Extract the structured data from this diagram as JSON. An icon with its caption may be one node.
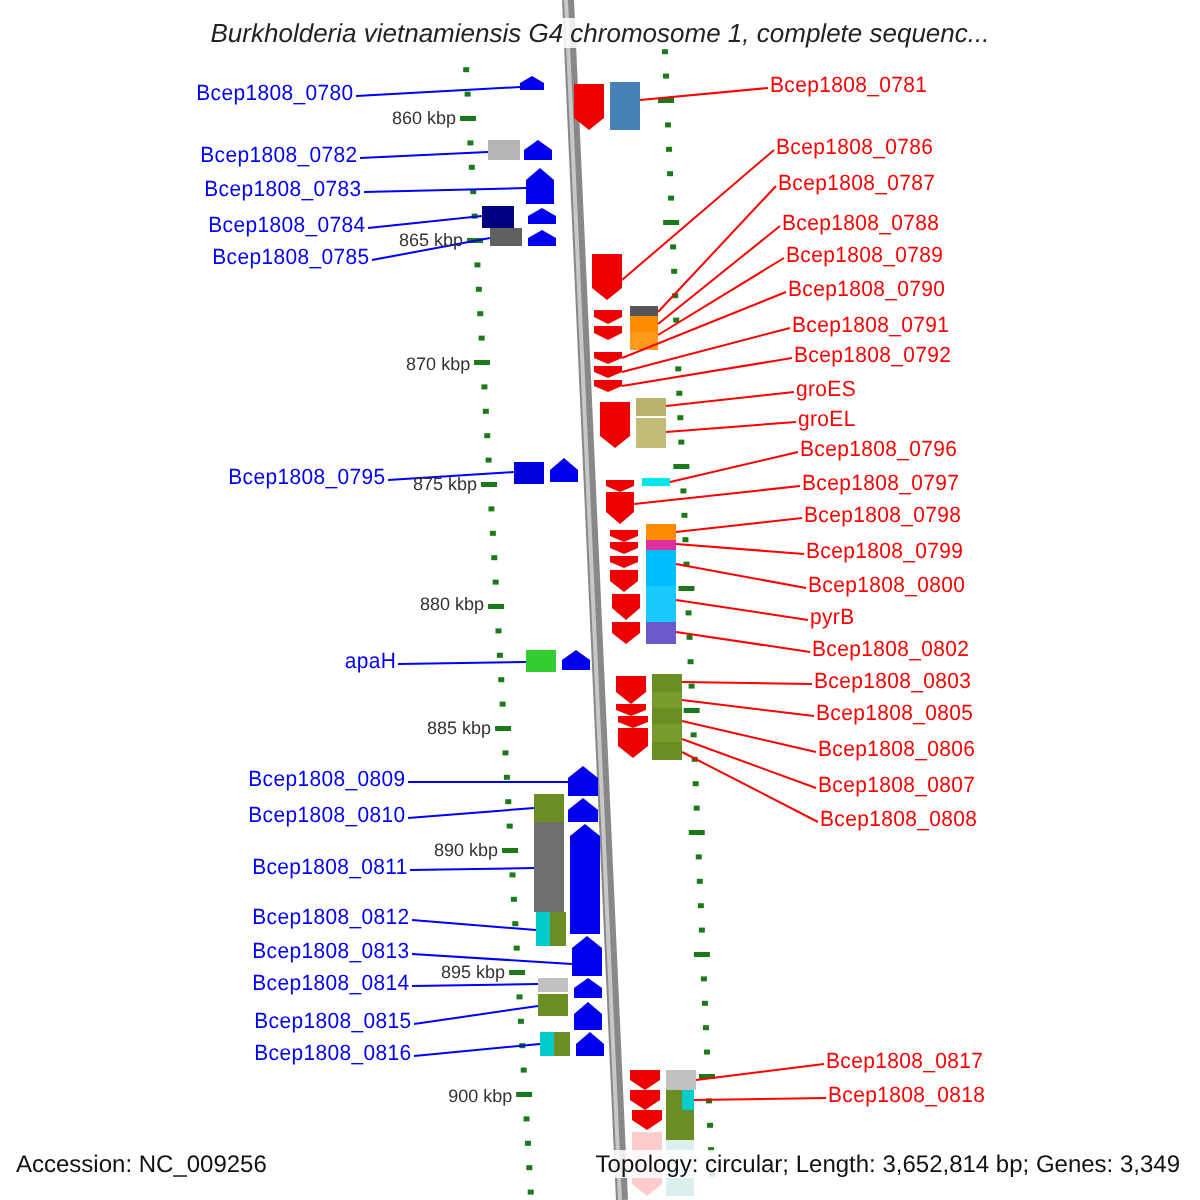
{
  "diagram": {
    "title": "Burkholderia vietnamiensis G4 chromosome 1, complete sequenc...",
    "nodes": [
      {
        "text": [
          "Bcep1808_0780"
        ]
      },
      {
        "text": [
          "Bcep1808_0782"
        ]
      },
      {
        "text": [
          "Bcep1808_0783"
        ]
      },
      {
        "text": [
          "Bcep1808_0784"
        ]
      },
      {
        "text": [
          "Bcep1808_0785"
        ]
      },
      {
        "text": [
          "Bcep1808_0795"
        ]
      },
      {
        "text": [
          "apaH"
        ]
      },
      {
        "text": [
          "Bcep1808_0809"
        ]
      },
      {
        "text": [
          "Bcep1808_0810"
        ]
      },
      {
        "text": [
          "Bcep1808_0811"
        ]
      },
      {
        "text": [
          "Bcep1808_0812"
        ]
      },
      {
        "text": [
          "Bcep1808_0813"
        ]
      },
      {
        "text": [
          "Bcep1808_0814"
        ]
      },
      {
        "text": [
          "Bcep1808_0815"
        ]
      },
      {
        "text": [
          "Bcep1808_0816"
        ]
      },
      {
        "text": [
          "Bcep1808_0781"
        ]
      },
      {
        "text": [
          "Bcep1808_0786"
        ]
      },
      {
        "text": [
          "Bcep1808_0787"
        ]
      },
      {
        "text": [
          "Bcep1808_0788"
        ]
      },
      {
        "text": [
          "Bcep1808_0789"
        ]
      },
      {
        "text": [
          "Bcep1808_0790"
        ]
      },
      {
        "text": [
          "Bcep1808_0791"
        ]
      },
      {
        "text": [
          "Bcep1808_0792"
        ]
      },
      {
        "text": [
          "groES"
        ]
      },
      {
        "text": [
          "groEL"
        ]
      },
      {
        "text": [
          "Bcep1808_0796"
        ]
      },
      {
        "text": [
          "Bcep1808_0797"
        ]
      },
      {
        "text": [
          "Bcep1808_0798"
        ]
      },
      {
        "text": [
          "Bcep1808_0799"
        ]
      },
      {
        "text": [
          "Bcep1808_0800"
        ]
      },
      {
        "text": [
          "pyrB"
        ]
      },
      {
        "text": [
          "Bcep1808_0802"
        ]
      },
      {
        "text": [
          "Bcep1808_0803"
        ]
      },
      {
        "text": [
          "Bcep1808_0805"
        ]
      },
      {
        "text": [
          "Bcep1808_0806"
        ]
      },
      {
        "text": [
          "Bcep1808_0807"
        ]
      },
      {
        "text": [
          "Bcep1808_0808"
        ]
      },
      {
        "text": [
          "Bcep1808_0817"
        ]
      },
      {
        "text": [
          "Bcep1808_0818"
        ]
      },
      {
        "text": [],
        "shape": "pentagon"
      },
      {
        "text": [],
        "shape": "box"
      },
      {
        "text": [],
        "shape": "pentagon"
      },
      {
        "text": [],
        "shape": "box"
      },
      {
        "text": [],
        "shape": "box"
      },
      {
        "text": [],
        "shape": "box"
      },
      {
        "text": [],
        "shape": "box"
      },
      {
        "text": [],
        "shape": "pentagon"
      },
      {
        "text": [],
        "shape": "box"
      },
      {
        "text": [],
        "shape": "box"
      },
      {
        "text": [],
        "shape": "box"
      },
      {
        "text": [],
        "shape": "pentagon"
      },
      {
        "text": [],
        "shape": "box"
      },
      {
        "text": [],
        "shape": "box"
      },
      {
        "text": [],
        "shape": "box"
      },
      {
        "text": [],
        "shape": "box"
      },
      {
        "text": [],
        "shape": "pentagon"
      },
      {
        "text": [],
        "shape": "box"
      },
      {
        "text": [],
        "shape": "box"
      },
      {
        "text": [],
        "shape": "box"
      },
      {
        "text": [],
        "shape": "pentagon"
      },
      {
        "text": [],
        "shape": "pentagon"
      },
      {
        "text": [],
        "shape": "pentagon"
      },
      {
        "text": [],
        "shape": "box"
      },
      {
        "text": [],
        "shape": "box"
      },
      {
        "text": [],
        "shape": "box"
      },
      {
        "text": [],
        "shape": "pentagon"
      },
      {
        "text": [],
        "shape": "box"
      },
      {
        "text": [],
        "shape": "box"
      },
      {
        "text": [],
        "shape": "box"
      },
      {
        "text": [],
        "shape": "box"
      },
      {
        "text": [],
        "shape": "box"
      },
      {
        "text": [],
        "shape": "box"
      },
      {
        "text": [],
        "shape": "box"
      },
      {
        "text": [],
        "shape": "box"
      },
      {
        "text": [],
        "shape": "box"
      },
      {
        "text": [],
        "shape": "box"
      },
      {
        "text": [],
        "shape": "box"
      },
      {
        "text": [],
        "shape": "box"
      },
      {
        "text": [],
        "shape": "pentagon"
      },
      {
        "text": [],
        "shape": "pentagon"
      },
      {
        "text": [],
        "shape": "pentagon"
      },
      {
        "text": [],
        "shape": "pentagon"
      },
      {
        "text": [],
        "shape": "pentagon"
      },
      {
        "text": [],
        "shape": "pentagon"
      },
      {
        "text": [],
        "shape": "pentagon"
      },
      {
        "text": [],
        "shape": "pentagon"
      },
      {
        "text": [],
        "shape": "pentagon"
      },
      {
        "text": [],
        "shape": "pentagon"
      },
      {
        "text": [],
        "shape": "box"
      },
      {
        "text": [],
        "shape": "box"
      },
      {
        "text": [],
        "shape": "box"
      },
      {
        "text": [],
        "shape": "box"
      },
      {
        "text": [],
        "shape": "box"
      },
      {
        "text": [],
        "shape": "pentagon"
      },
      {
        "text": [],
        "shape": "pentagon"
      },
      {
        "text": [],
        "shape": "pentagon"
      },
      {
        "text": [],
        "shape": "pentagon"
      },
      {
        "text": [],
        "shape": "pentagon"
      },
      {
        "text": [],
        "shape": "pentagon"
      },
      {
        "text": [],
        "shape": "pentagon"
      },
      {
        "text": [],
        "shape": "pentagon"
      },
      {
        "text": [],
        "shape": "pentagon"
      },
      {
        "text": [],
        "shape": "pentagon"
      },
      {
        "text": [],
        "shape": "pentagon"
      },
      {
        "text": [],
        "shape": "pentagon"
      },
      {
        "text": [],
        "shape": "pentagon"
      },
      {
        "text": [],
        "shape": "pentagon"
      },
      {
        "text": [],
        "shape": "pentagon"
      },
      {
        "text": [],
        "shape": "pentagon"
      },
      {
        "text": [],
        "shape": "pentagon"
      },
      {
        "text": [],
        "shape": "pentagon"
      },
      {
        "text": [],
        "shape": "pentagon"
      }
    ],
    "edges": [
      {
        "from": 0,
        "to": 39,
        "arrow": "none",
        "color": "#0000ff"
      },
      {
        "from": 1,
        "to": 40,
        "arrow": "none",
        "color": "#0000ff"
      },
      {
        "from": 2,
        "to": 41,
        "arrow": "none",
        "color": "#0000ff"
      },
      {
        "from": 3,
        "to": 42,
        "arrow": "none",
        "color": "#0000ff"
      },
      {
        "from": 4,
        "to": 43,
        "arrow": "none",
        "color": "#0000ff"
      },
      {
        "from": 5,
        "to": 44,
        "arrow": "none",
        "color": "#0000ff"
      },
      {
        "from": 6,
        "to": 45,
        "arrow": "none",
        "color": "#0000ff"
      },
      {
        "from": 7,
        "to": 46,
        "arrow": "none",
        "color": "#0000ff"
      },
      {
        "from": 8,
        "to": 47,
        "arrow": "none",
        "color": "#0000ff"
      },
      {
        "from": 9,
        "to": 48,
        "arrow": "none",
        "color": "#0000ff"
      },
      {
        "from": 10,
        "to": 49,
        "arrow": "none",
        "color": "#0000ff"
      },
      {
        "from": 11,
        "to": 50,
        "arrow": "none",
        "color": "#0000ff"
      },
      {
        "from": 12,
        "to": 51,
        "arrow": "none",
        "color": "#0000ff"
      },
      {
        "from": 13,
        "to": 52,
        "arrow": "none",
        "color": "#0000ff"
      },
      {
        "from": 14,
        "to": 53,
        "arrow": "none",
        "color": "#0000ff"
      },
      {
        "from": 15,
        "to": 54,
        "arrow": "none"
      },
      {
        "from": 16,
        "to": 55,
        "arrow": "none"
      },
      {
        "from": 17,
        "to": 56,
        "arrow": "none"
      },
      {
        "from": 18,
        "to": 57,
        "arrow": "none"
      },
      {
        "from": 19,
        "to": 58,
        "arrow": "none"
      },
      {
        "from": 20,
        "to": 59,
        "arrow": "none"
      },
      {
        "from": 21,
        "to": 60,
        "arrow": "none"
      },
      {
        "from": 22,
        "to": 61,
        "arrow": "none"
      },
      {
        "from": 23,
        "to": 62,
        "arrow": "none"
      },
      {
        "from": 24,
        "to": 63,
        "arrow": "none"
      },
      {
        "from": 25,
        "to": 64,
        "arrow": "none"
      },
      {
        "from": 26,
        "to": 65,
        "arrow": "none"
      },
      {
        "from": 27,
        "to": 66,
        "arrow": "none"
      },
      {
        "from": 28,
        "to": 67,
        "arrow": "none"
      },
      {
        "from": 29,
        "to": 68,
        "arrow": "none"
      },
      {
        "from": 30,
        "to": 69,
        "arrow": "none"
      },
      {
        "from": 31,
        "to": 70,
        "arrow": "none"
      },
      {
        "from": 32,
        "to": 71,
        "arrow": "none"
      },
      {
        "from": 33,
        "to": 72,
        "arrow": "none"
      },
      {
        "from": 34,
        "to": 73,
        "arrow": "none"
      },
      {
        "from": 35,
        "to": 74,
        "arrow": "none"
      },
      {
        "from": 36,
        "to": 75,
        "arrow": "none"
      },
      {
        "from": 37,
        "to": 76,
        "arrow": "none"
      },
      {
        "from": 38,
        "to": 77,
        "arrow": "none"
      }
    ],
    "labels": [
      "860 kbp",
      "865 kbp",
      "870 kbp",
      "875 kbp",
      "880 kbp",
      "885 kbp",
      "890 kbp",
      "895 kbp",
      "900 kbp",
      "Accession: NC_009256",
      "Topology: circular; Length: 3,652,814 bp; Genes: 3,349"
    ]
  }
}
